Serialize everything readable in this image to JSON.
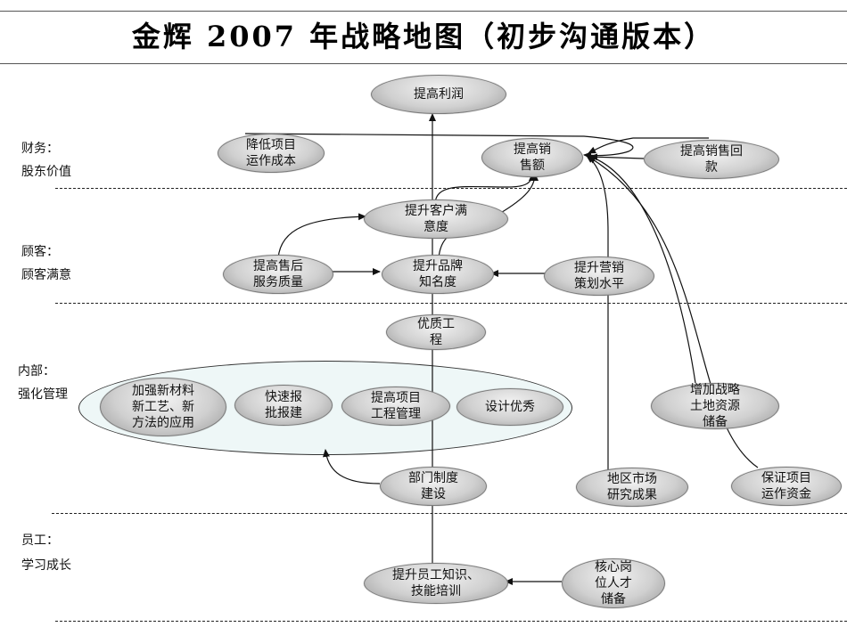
{
  "title": "金辉 2007 年战略地图（初步沟通版本）",
  "perspectives": [
    {
      "line1": "财务：",
      "line2": "股东价值"
    },
    {
      "line1": "顾客：",
      "line2": "顾客满意"
    },
    {
      "line1": "内部：",
      "line2": "强化管理"
    },
    {
      "line1": "员工：",
      "line2": "学习成长"
    }
  ],
  "nodes": {
    "profit": "提高利润",
    "cost": "降低项目\n运作成本",
    "sales": "提高销\n售额",
    "collection": "提高销售回\n款",
    "satisfaction": "提升客户满\n意度",
    "after_sales": "提高售后\n服务质量",
    "brand": "提升品牌\n知名度",
    "marketing": "提升营销\n策划水平",
    "quality": "优质工\n程",
    "materials": "加强新材料\n新工艺、新\n方法的应用",
    "approval": "快速报\n批报建",
    "project_mgmt": "提高项目\n工程管理",
    "design": "设计优秀",
    "land": "增加战略\n土地资源\n储备",
    "dept_system": "部门制度\n建设",
    "market_research": "地区市场\n研究成果",
    "funds": "保证项目\n运作资金",
    "training": "提升员工知识、\n技能培训",
    "talent": "核心岗\n位人才\n储备"
  }
}
